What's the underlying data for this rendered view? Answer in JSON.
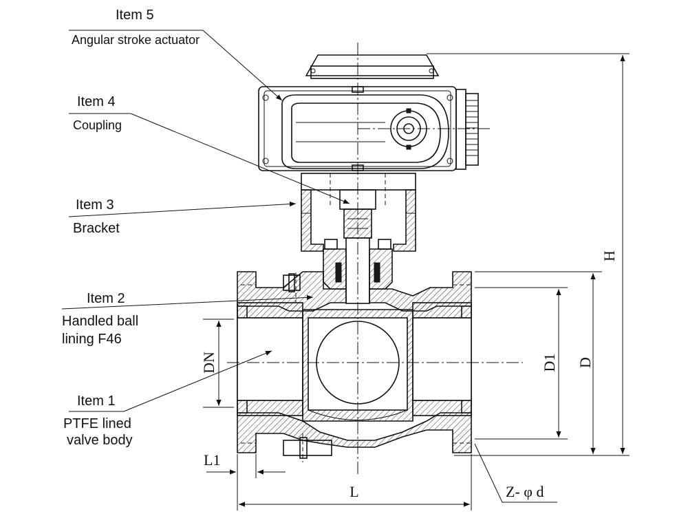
{
  "items": [
    {
      "title": "Item 5",
      "desc": [
        "Angular stroke actuator"
      ]
    },
    {
      "title": "Item 4",
      "desc": [
        "Coupling"
      ]
    },
    {
      "title": "Item 3",
      "desc": [
        "Bracket"
      ]
    },
    {
      "title": "Item 2",
      "desc": [
        "Handled ball",
        "lining F46"
      ]
    },
    {
      "title": "Item 1",
      "desc": [
        "PTFE lined",
        "valve body"
      ]
    }
  ],
  "dimensions": {
    "H": "H",
    "D": "D",
    "D1": "D1",
    "DN": "DN",
    "L": "L",
    "L1": "L1",
    "Z": "Z- φ d"
  }
}
